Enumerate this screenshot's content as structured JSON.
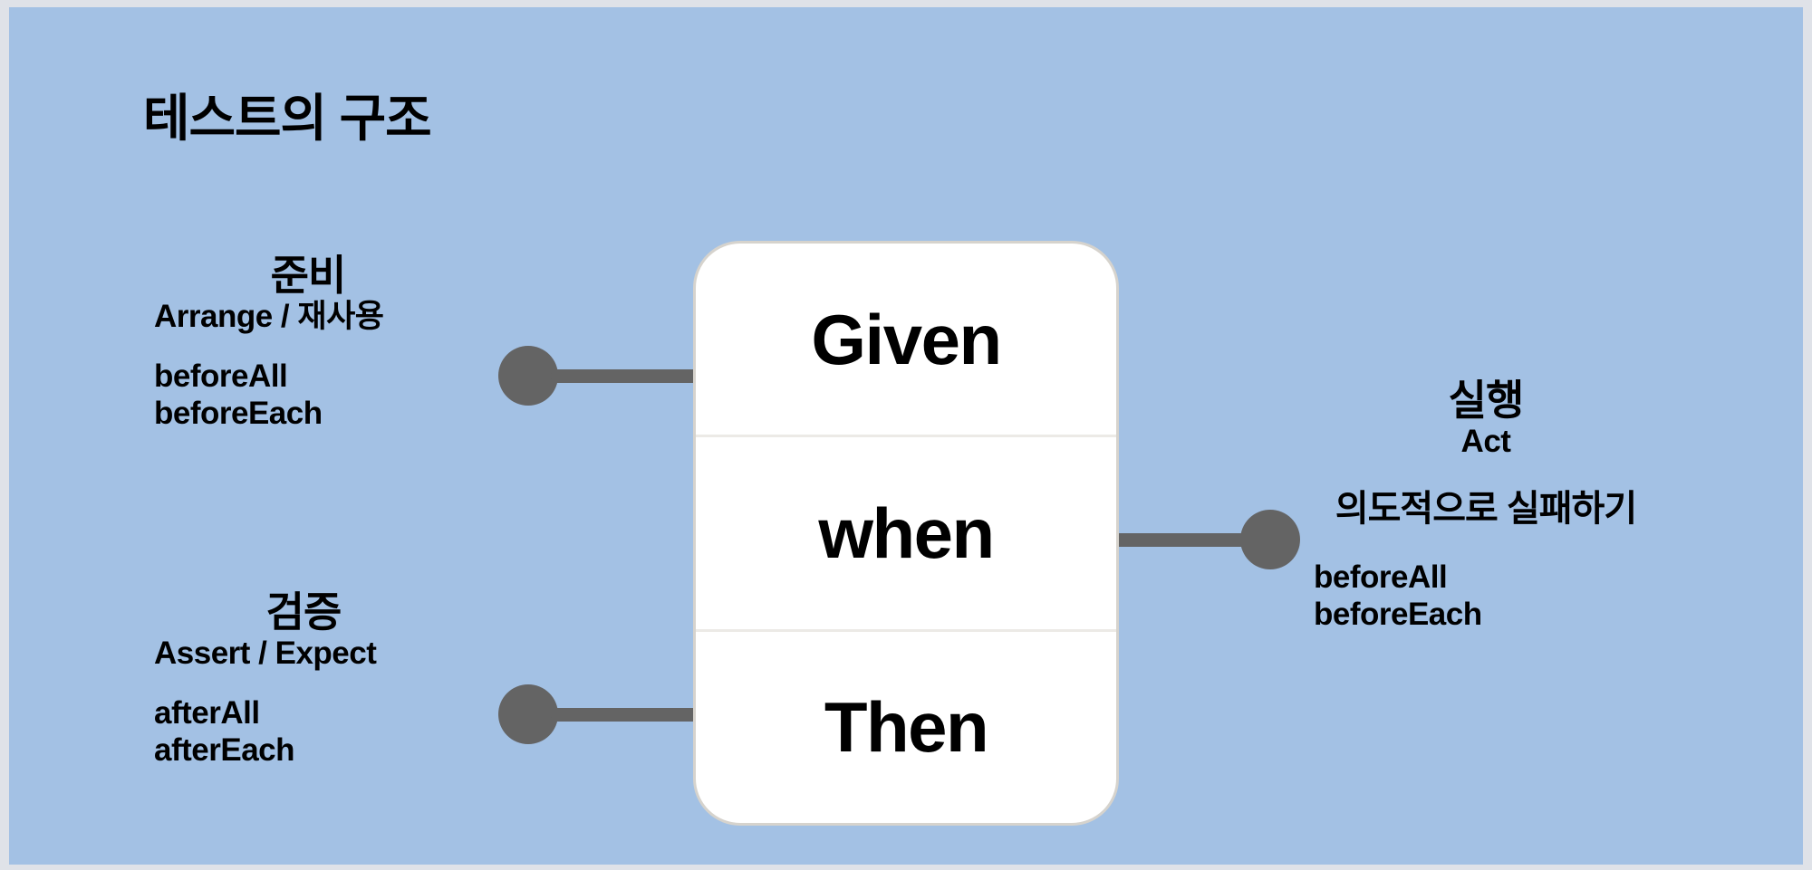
{
  "slide": {
    "title": "테스트의 구조",
    "background_color": "#a3c1e4",
    "card_color": "#ffffff",
    "connector_color": "#646464",
    "border_color": "#dfe2e8"
  },
  "card": {
    "rows": [
      {
        "label": "Given"
      },
      {
        "label": "when"
      },
      {
        "label": "Then"
      }
    ]
  },
  "annotations": {
    "arrange": {
      "heading": "준비",
      "subtitle": "Arrange / 재사용",
      "hooks": [
        "beforeAll",
        "beforeEach"
      ]
    },
    "assert": {
      "heading": "검증",
      "subtitle": "Assert / Expect",
      "hooks": [
        "afterAll",
        "afterEach"
      ]
    },
    "act": {
      "heading": "실행",
      "subtitle": "Act",
      "note": "의도적으로 실패하기",
      "hooks": [
        "beforeAll",
        "beforeEach"
      ]
    }
  }
}
